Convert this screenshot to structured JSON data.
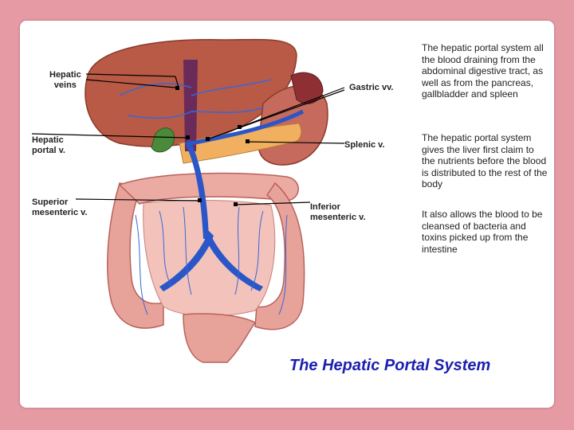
{
  "labels": {
    "hepatic_veins": "Hepatic\nveins",
    "gastric_vv": "Gastric vv.",
    "hepatic_portal_v": "Hepatic\nportal v.",
    "splenic_v": "Splenic v.",
    "superior_mesenteric_v": "Superior\nmesenteric v.",
    "inferior_mesenteric_v": "Inferior\nmesenteric v."
  },
  "paragraphs": [
    "The hepatic portal system all the blood draining from the abdominal digestive tract, as well as from the pancreas, gallbladder and spleen",
    "The hepatic portal system gives the liver first claim to the nutrients before the blood is distributed to the rest of the body",
    "It also allows the blood to be cleansed of bacteria and toxins picked up from the intestine"
  ],
  "caption": "The Hepatic Portal System",
  "colors": {
    "background": "#e59aa4",
    "liver": "#b85a45",
    "intestine": "#e7a39a",
    "vein": "#2a56c8",
    "caption": "#1b1fb0"
  }
}
